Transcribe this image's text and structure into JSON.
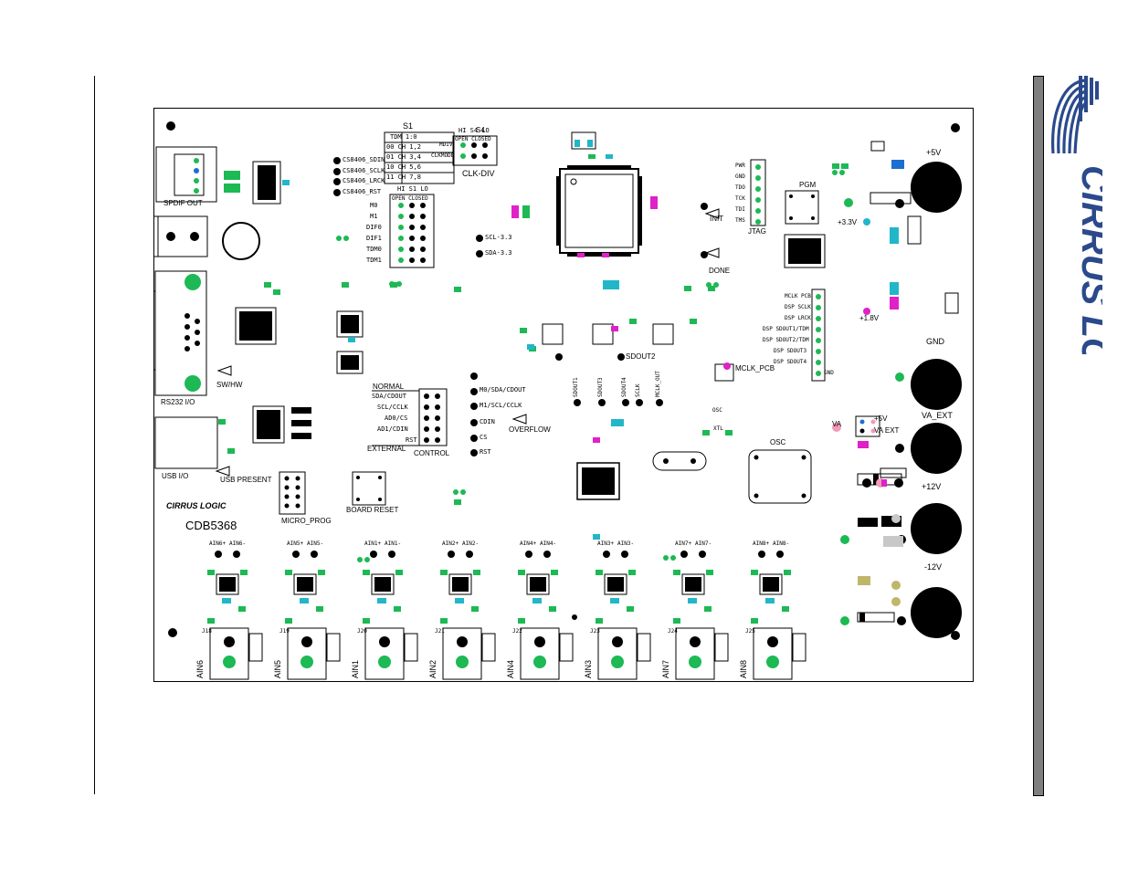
{
  "board": {
    "name": "CDB5368",
    "brand": "CIRRUS LOGIC",
    "labels": {
      "spdif_out": "SPDIF OUT",
      "rs232": "RS232 I/O",
      "usb_io": "USB I/O",
      "usb_present": "USB PRESENT",
      "sw_hw": "SW/HW",
      "micro_prog": "MICRO_PROG",
      "board_reset": "BOARD RESET",
      "clk_div": "CLK-DIV",
      "normal": "NORMAL",
      "external": "EXTERNAL",
      "control": "CONTROL",
      "overflow": "OVERFLOW",
      "osc": "OSC",
      "pgm": "PGM",
      "jtag": "JTAG",
      "init": "INIT",
      "done": "DONE",
      "va": "VA",
      "plus5v": "+5V",
      "gnd": "GND",
      "va_ext": "VA_EXT",
      "plus12v": "+12V",
      "minus12v": "-12V",
      "plus3v3": "+3.3V",
      "plus1v8": "+1.8V",
      "s1": "S1",
      "s4": "S4",
      "mclk_pcb": "MCLK_PCB",
      "sdout2": "SDOUT2",
      "plus5v_small": "+5V",
      "va_ext_small": "VA EXT"
    },
    "tdm_table": {
      "header": "TDM  1:0",
      "rows": [
        "00  CH 1,2",
        "01  CH 3,4",
        "10  CH 5,6",
        "11  CH 7,8"
      ]
    },
    "test_points": [
      "CS8406_SDIN",
      "CS8406_SCLK",
      "CS8406_LRCK",
      "CS8406_RST"
    ],
    "mode_pins": {
      "header": [
        "HI",
        "S1",
        "LO"
      ],
      "sub": [
        "OPEN",
        "CLOSED"
      ],
      "pins": [
        "M0",
        "M1",
        "DIF0",
        "DIF1",
        "TDM0",
        "TDM1"
      ]
    },
    "clkdiv": {
      "header": [
        "HI",
        "S4",
        "LO"
      ],
      "sub": [
        "OPEN",
        "CLOSED"
      ],
      "pins": [
        "MDIV",
        "CLKMODE"
      ]
    },
    "control_pins": [
      "SDA/CDOUT",
      "SCL/CCLK",
      "AD0/CS",
      "AD1/CDIN",
      "RST"
    ],
    "control_tps": [
      "M0/SDA/CDOUT",
      "M1/SCL/CCLK",
      "CDIN",
      "CS",
      "RST"
    ],
    "i2c_tps": [
      "SCL-3.3",
      "SDA-3.3"
    ],
    "jtag_pins": [
      "PWR",
      "GND",
      "TDO",
      "TCK",
      "TDI",
      "TMS"
    ],
    "dsp_pins": [
      "MCLK PCB",
      "DSP SCLK",
      "DSP LRCK",
      "DSP SDOUT1/TDM",
      "DSP SDOUT2/TDM",
      "DSP SDOUT3",
      "DSP SDOUT4",
      "GND"
    ],
    "sdout_tps": [
      "SDOUT1",
      "SDOUT3",
      "SDOUT4",
      "SCLK",
      "MCLK_OUT"
    ],
    "osc_xtl": [
      "OSC",
      "XTL"
    ],
    "ain_inputs": [
      {
        "plus": "AIN6+",
        "minus": "AIN6-",
        "label": "AIN6",
        "jack": "J18"
      },
      {
        "plus": "AIN5+",
        "minus": "AIN5-",
        "label": "AIN5",
        "jack": "J19"
      },
      {
        "plus": "AIN1+",
        "minus": "AIN1-",
        "label": "AIN1",
        "jack": "J20"
      },
      {
        "plus": "AIN2+",
        "minus": "AIN2-",
        "label": "AIN2",
        "jack": "J21"
      },
      {
        "plus": "AIN4+",
        "minus": "AIN4-",
        "label": "AIN4",
        "jack": "J22"
      },
      {
        "plus": "AIN3+",
        "minus": "AIN3-",
        "label": "AIN3",
        "jack": "J23"
      },
      {
        "plus": "AIN7+",
        "minus": "AIN7-",
        "label": "AIN7",
        "jack": "J24"
      },
      {
        "plus": "AIN8+",
        "minus": "AIN8-",
        "label": "AIN8",
        "jack": "J25"
      }
    ],
    "colors": {
      "green": "#1db954",
      "cyan": "#22b6c9",
      "magenta": "#e020c8",
      "blue": "#1a6fd1",
      "olive": "#bdb76b",
      "pink": "#f29ab8",
      "gray": "#c8c8c8",
      "sidebar": "#7f7f7f",
      "logo_blue": "#2b4a8c"
    }
  }
}
